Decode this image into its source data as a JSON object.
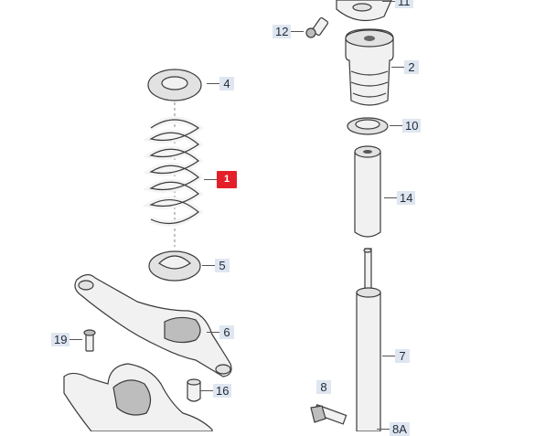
{
  "callouts": [
    {
      "id": "11",
      "text": "11"
    },
    {
      "id": "12",
      "text": "12"
    },
    {
      "id": "2",
      "text": "2"
    },
    {
      "id": "4",
      "text": "4"
    },
    {
      "id": "10",
      "text": "10"
    },
    {
      "id": "1",
      "text": "1"
    },
    {
      "id": "14",
      "text": "14"
    },
    {
      "id": "5",
      "text": "5"
    },
    {
      "id": "6",
      "text": "6"
    },
    {
      "id": "19",
      "text": "19"
    },
    {
      "id": "7",
      "text": "7"
    },
    {
      "id": "16",
      "text": "16"
    },
    {
      "id": "8",
      "text": "8"
    },
    {
      "id": "8A",
      "text": "8A"
    }
  ],
  "colors": {
    "highlight": "#e3202a",
    "label_bg": "#dfe6f0"
  }
}
